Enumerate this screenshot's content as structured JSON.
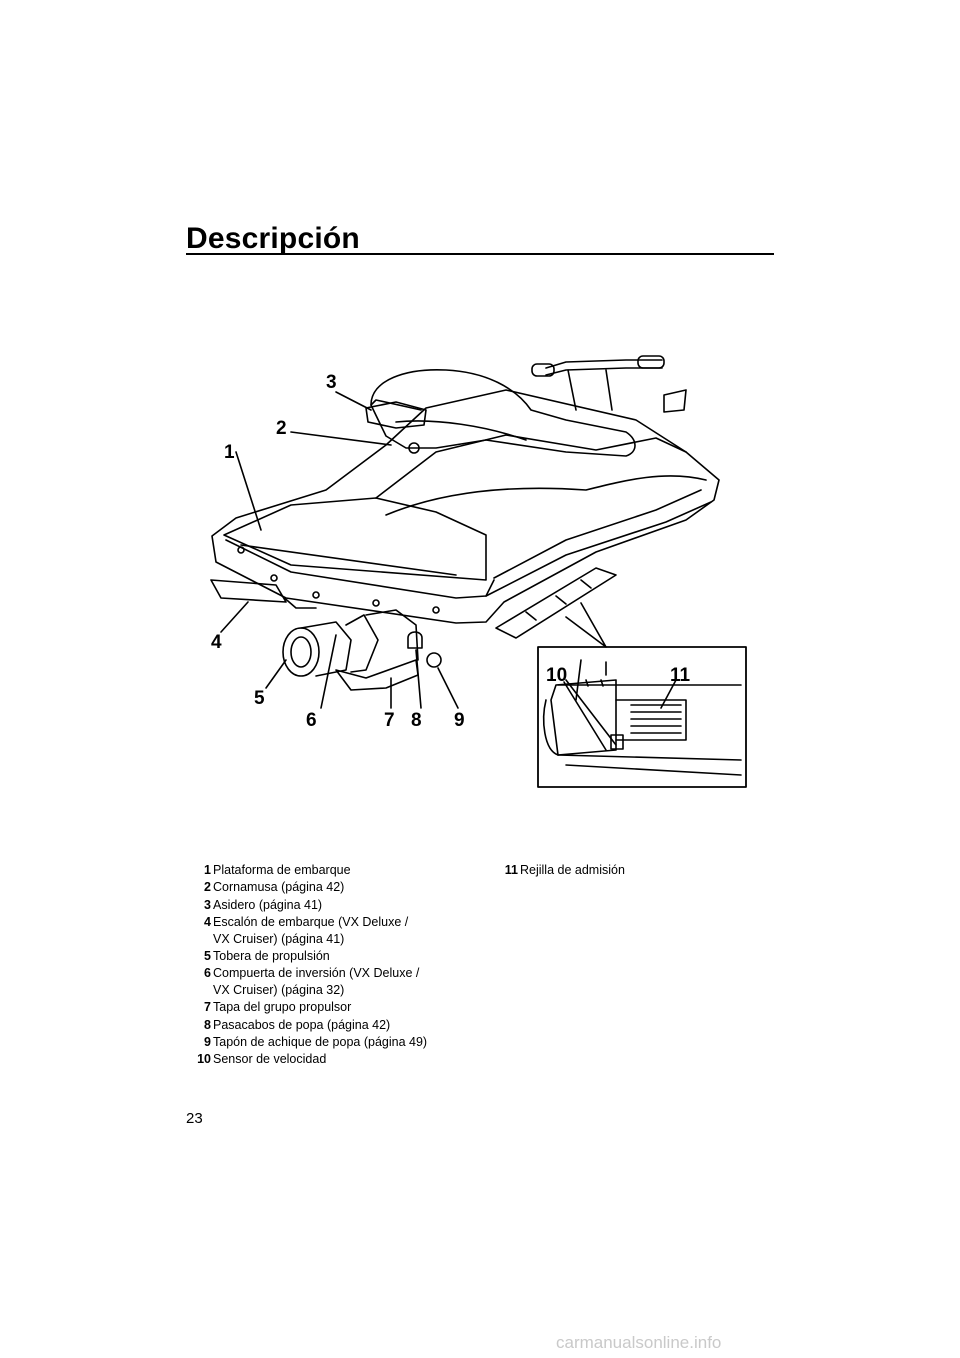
{
  "header": {
    "title": "Descripción"
  },
  "callouts": [
    "1",
    "2",
    "3",
    "4",
    "5",
    "6",
    "7",
    "8",
    "9",
    "10",
    "11"
  ],
  "legend": [
    {
      "num": "1",
      "text": "Plataforma de embarque"
    },
    {
      "num": "2",
      "text": "Cornamusa (página 42)"
    },
    {
      "num": "3",
      "text": "Asidero (página 41)"
    },
    {
      "num": "4",
      "text": "Escalón de embarque (VX Deluxe /\nVX Cruiser) (página 41)"
    },
    {
      "num": "5",
      "text": "Tobera de propulsión"
    },
    {
      "num": "6",
      "text": "Compuerta de inversión (VX Deluxe /\nVX Cruiser) (página 32)"
    },
    {
      "num": "7",
      "text": "Tapa del grupo propulsor"
    },
    {
      "num": "8",
      "text": "Pasacabos de popa (página 42)"
    },
    {
      "num": "9",
      "text": "Tapón de achique de popa (página 49)"
    },
    {
      "num": "10",
      "text": "Sensor de velocidad"
    },
    {
      "num": "11",
      "text": "Rejilla de admisión"
    }
  ],
  "footer": {
    "page_number": "23",
    "watermark": "carmanualsonline.info"
  }
}
